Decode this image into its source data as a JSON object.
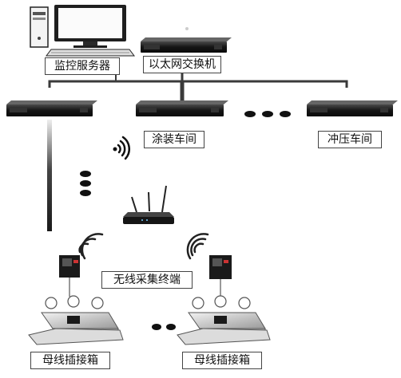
{
  "labels": {
    "monitor_server": "监控服务器",
    "ethernet_switch": "以太网交换机",
    "painting_workshop": "涂装车间",
    "stamping_workshop": "冲压车间",
    "wireless_terminal": "无线采集终端",
    "busbar_box": "母线插接箱"
  },
  "icons": {
    "server": "desktop-computer-icon",
    "switch": "rack-switch-icon",
    "router": "wireless-router-icon",
    "wireless": "wifi-signal-icon",
    "terminal": "wireless-terminal-icon",
    "busbar": "busbar-plug-box-icon"
  },
  "colors": {
    "line_dark": "#3a3a3a",
    "device_dark": "#1c1c1c",
    "box_border": "#444444"
  }
}
